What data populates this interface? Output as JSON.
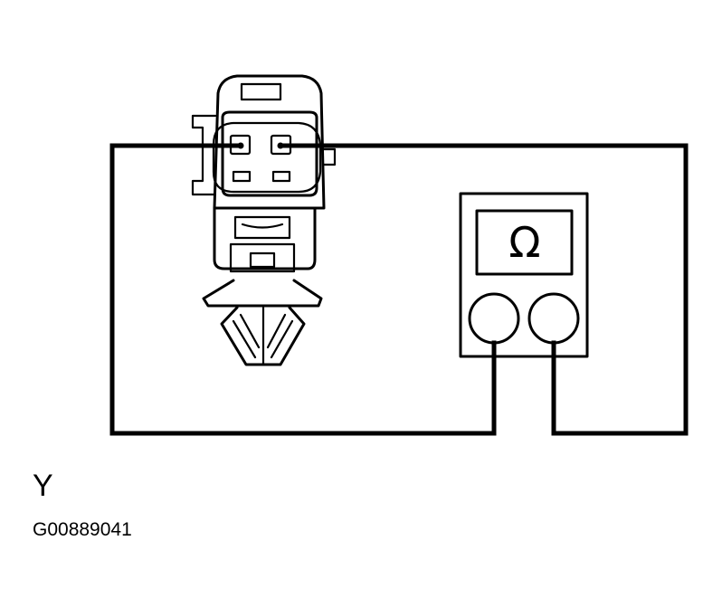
{
  "figure": {
    "label": "Y",
    "code": "G00889041"
  },
  "ohmmeter": {
    "symbol": "Ω"
  }
}
